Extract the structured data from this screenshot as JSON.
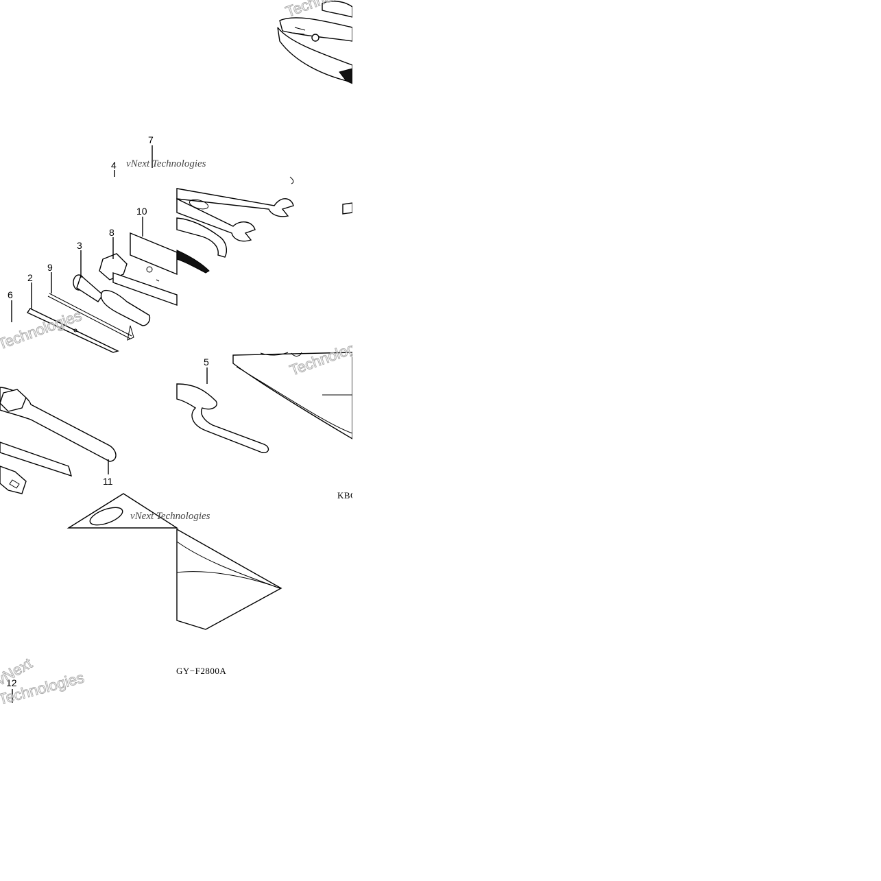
{
  "diagram": {
    "callouts": {
      "c1": "7",
      "c2": "4",
      "c3": "10",
      "c4": "8",
      "c5": "3",
      "c6": "9",
      "c7": "2",
      "c8": "6",
      "c9": "5",
      "c10": "11",
      "c11": "12"
    },
    "codes": {
      "right": "KBC",
      "bottom": "GY−F2800A"
    },
    "watermarks": {
      "w1": "vNext Technologies",
      "w2": "vNext",
      "w3": "Technologies"
    }
  }
}
